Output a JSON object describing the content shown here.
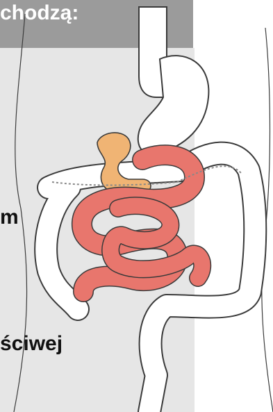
{
  "header": {
    "title_fragment": "chodzą:"
  },
  "text_lines": [
    {
      "text": "m"
    },
    {
      "text": "ściwej"
    }
  ],
  "colors": {
    "header_bg": "#9b9b9b",
    "panel_bg": "#e6e6e6",
    "intestine": "#e8766d",
    "duodenum": "#f0b474",
    "outline": "#3a3a3a"
  }
}
